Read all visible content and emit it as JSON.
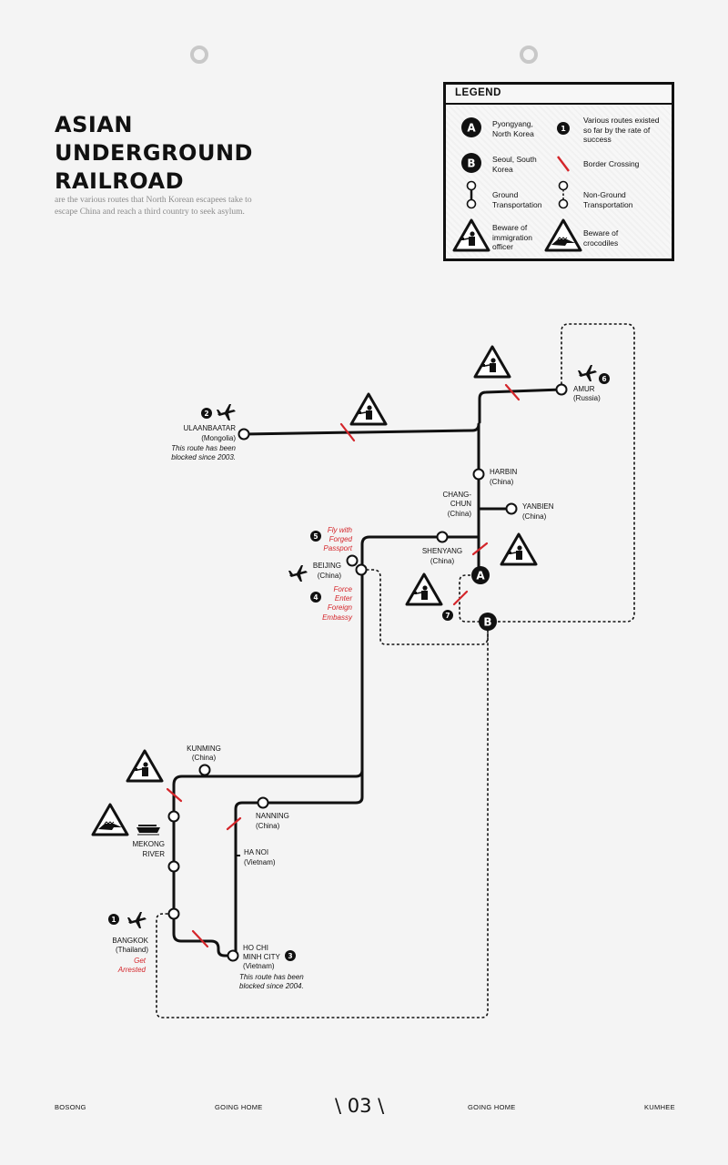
{
  "header": {
    "title_lines": [
      "ASIAN",
      "UNDERGROUND",
      "RAILROAD"
    ],
    "subtitle": "are the various routes that North Korean escapees take to escape China and reach a third country to seek asylum."
  },
  "legend": {
    "title": "LEGEND",
    "items": [
      {
        "symbol": "A",
        "text": "Pyongyang, North Korea"
      },
      {
        "symbol": "1",
        "text": "Various routes existed so far by the rate of success"
      },
      {
        "symbol": "B",
        "text": "Seoul, South Korea"
      },
      {
        "symbol": "border-crossing",
        "text": "Border Crossing"
      },
      {
        "symbol": "ground-line",
        "text": "Ground Transportation"
      },
      {
        "symbol": "dashed-line",
        "text": "Non-Ground Transportation"
      },
      {
        "symbol": "officer-warning-icon",
        "text": "Beware of immigration officer"
      },
      {
        "symbol": "crocodile-warning-icon",
        "text": "Beware of crocodiles"
      }
    ]
  },
  "map": {
    "ulaanbaatar": {
      "name": "ULAANBAATAR",
      "country": "(Mongolia)",
      "note1": "This route has been",
      "note2": "blocked since 2003.",
      "route_num": "2"
    },
    "amur": {
      "name": "AMUR",
      "country": "(Russia)",
      "route_num": "6"
    },
    "harbin": {
      "name": "HARBIN",
      "country": "(China)"
    },
    "changchun": {
      "name1": "CHANG-",
      "name2": "CHUN",
      "country": "(China)"
    },
    "yanbien": {
      "name": "YANBIEN",
      "country": "(China)"
    },
    "shenyang": {
      "name": "SHENYANG",
      "country": "(China)"
    },
    "beijing": {
      "name": "BEIJING",
      "country": "(China)"
    },
    "route5": {
      "num": "5",
      "l1": "Fly with",
      "l2": "Forged",
      "l3": "Passport"
    },
    "route4": {
      "num": "4",
      "l1": "Force",
      "l2": "Enter",
      "l3": "Foreign",
      "l4": "Embassy"
    },
    "route7": {
      "num": "7"
    },
    "pyongyang_marker": "A",
    "seoul_marker": "B",
    "kunming": {
      "name": "KUNMING",
      "country": "(China)"
    },
    "nanning": {
      "name": "NANNING",
      "country": "(China)"
    },
    "mekong": {
      "name1": "MEKONG",
      "name2": "RIVER"
    },
    "hanoi": {
      "name": "HA NOI",
      "country": "(Vietnam)"
    },
    "bangkok": {
      "name": "BANGKOK",
      "country": "(Thailand)",
      "note1": "Get",
      "note2": "Arrested",
      "route_num": "1"
    },
    "hochiminh": {
      "name1": "HO CHI",
      "name2": "MINH CITY",
      "country": "(Vietnam)",
      "note1": "This route has been",
      "note2": "blocked since 2004.",
      "route_num": "3"
    }
  },
  "footer": {
    "left": "BOSONG",
    "center_left": "GOING HOME",
    "page": "\\ 03 \\",
    "center_right": "GOING HOME",
    "right": "KUMHEE"
  },
  "colors": {
    "accent_red": "#d4252a",
    "ink": "#111111",
    "background": "#f4f4f4"
  }
}
